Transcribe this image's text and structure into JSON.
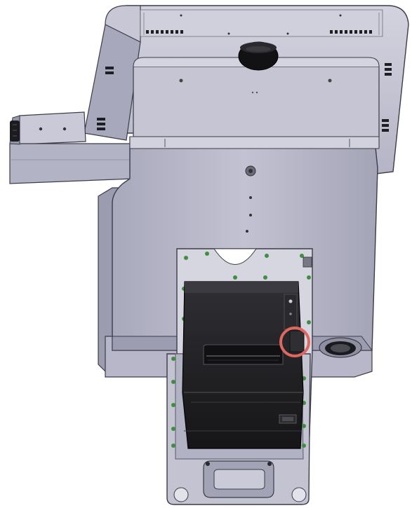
{
  "figure": {
    "kind": "cad-render",
    "subject": "kiosk-base-with-printer",
    "highlight": {
      "shape": "circle",
      "color": "#e0675f",
      "marks": "printer-side-latch"
    }
  },
  "colors": {
    "background": "#ffffff",
    "panel": "#bcbccd",
    "panel_light": "#cfcfdc",
    "panel_dark": "#8e8ea3",
    "edge": "#3c3c48",
    "printer": "#1e1e21",
    "printer_top": "#2b2b2f",
    "screw_green": "#3f8e3f",
    "bay_interior": "#d6d6e0",
    "highlight": "#e0675f"
  }
}
